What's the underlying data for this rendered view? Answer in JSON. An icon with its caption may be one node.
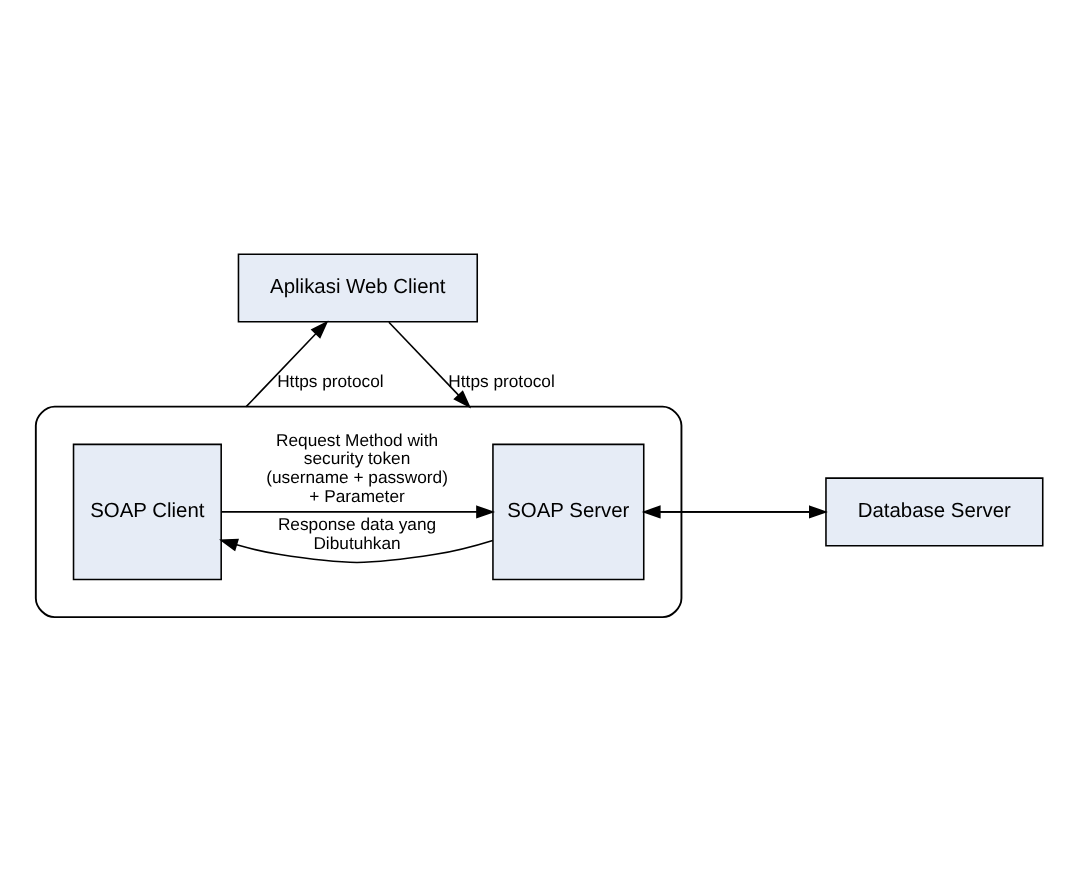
{
  "diagram": {
    "nodes": [
      {
        "text": [
          "Aplikasi Web Client"
        ]
      },
      {
        "text": [],
        "shape": "box"
      },
      {
        "text": [
          "SOAP Client"
        ],
        "in": 1
      },
      {
        "text": [
          "SOAP Server"
        ],
        "in": 1
      },
      {
        "text": [
          "Database Server"
        ]
      }
    ],
    "edges": [
      {
        "from": 1,
        "to": 0,
        "arrow": "to",
        "label": "Https protocol"
      },
      {
        "from": 0,
        "to": 1,
        "arrow": "to",
        "label": "Https protocol"
      },
      {
        "from": 2,
        "to": 3,
        "arrow": "to",
        "label": "Request Method with security token (username + password) + Parameter"
      },
      {
        "from": 3,
        "to": 2,
        "arrow": "to",
        "label": "Response data yang Dibutuhkan"
      },
      {
        "from": 3,
        "to": 4,
        "arrow": "to"
      },
      {
        "from": 4,
        "to": 3,
        "arrow": "to"
      }
    ]
  }
}
